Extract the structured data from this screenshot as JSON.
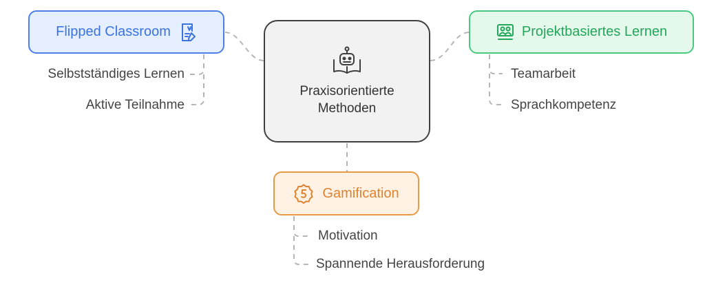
{
  "center": {
    "line1": "Praxisorientierte",
    "line2": "Methoden",
    "icon": "robot-book-icon"
  },
  "branches": {
    "flipped": {
      "label": "Flipped Classroom",
      "icon": "document-pen-icon",
      "color": "#4c7fe8",
      "children": [
        "Selbstständiges Lernen",
        "Aktive Teilnahme"
      ]
    },
    "projekt": {
      "label": "Projektbasiertes Lernen",
      "icon": "group-presentation-icon",
      "color": "#48c97f",
      "children": [
        "Teamarbeit",
        "Sprachkompetenz"
      ]
    },
    "gamification": {
      "label": "Gamification",
      "icon": "coin-badge-icon",
      "color": "#e69a45",
      "children": [
        "Motivation",
        "Spannende Herausforderung"
      ]
    }
  }
}
